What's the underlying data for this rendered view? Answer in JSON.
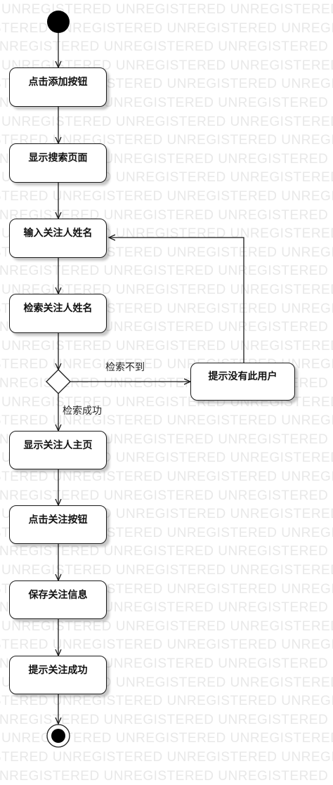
{
  "watermark": "UNREGISTERED",
  "nodes": [
    {
      "id": "click-add",
      "label": "点击添加按钮"
    },
    {
      "id": "show-search",
      "label": "显示搜索页面"
    },
    {
      "id": "input-name",
      "label": "输入关注人姓名"
    },
    {
      "id": "search-name",
      "label": "检索关注人姓名"
    },
    {
      "id": "show-home",
      "label": "显示关注人主页"
    },
    {
      "id": "click-follow",
      "label": "点击关注按钮"
    },
    {
      "id": "save-info",
      "label": "保存关注信息"
    },
    {
      "id": "prompt-success",
      "label": "提示关注成功"
    },
    {
      "id": "prompt-no-user",
      "label": "提示没有此用户"
    }
  ],
  "edge_labels": {
    "not_found": "检索不到",
    "found": "检索成功"
  },
  "colors": {
    "line": "#1a1a1a",
    "watermark": "#e8e8e8"
  }
}
